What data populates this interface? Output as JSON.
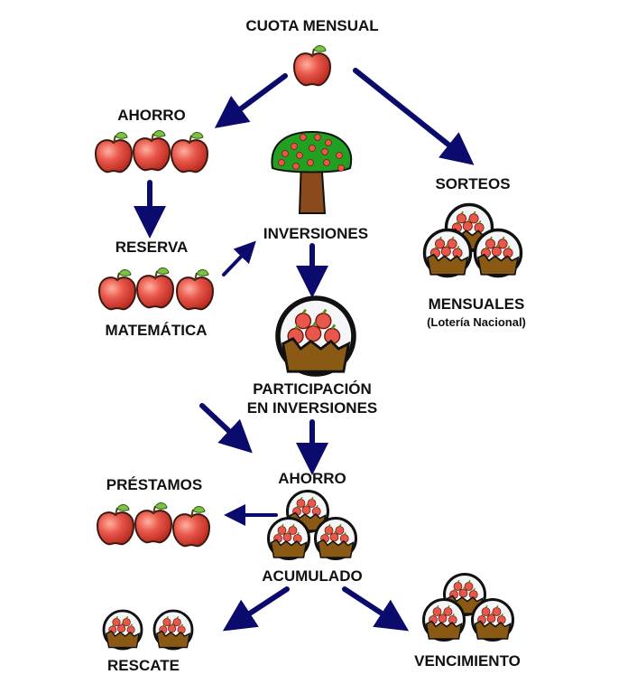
{
  "diagram": {
    "nodes": {
      "cuota": {
        "label": "CUOTA MENSUAL",
        "icon": "apple-icon",
        "count": 1
      },
      "ahorro": {
        "label": "AHORRO",
        "icon": "apple-icon",
        "count": 3
      },
      "reserva": {
        "label_top": "RESERVA",
        "label_bottom": "MATEMÁTICA",
        "icon": "apple-icon",
        "count": 3
      },
      "inversiones": {
        "label": "INVERSIONES",
        "icon": "apple-tree-icon"
      },
      "participacion": {
        "label_line1": "PARTICIPACIÓN",
        "label_line2": "EN INVERSIONES",
        "icon": "apple-basket-icon",
        "count": 1
      },
      "sorteos": {
        "label_top": "SORTEOS",
        "label_bottom": "MENSUALES",
        "label_sub": "(Lotería Nacional)",
        "icon": "apple-basket-icon",
        "count": 3
      },
      "ahorro_acumulado": {
        "label_top": "AHORRO",
        "label_bottom": "ACUMULADO",
        "icon": "apple-basket-icon",
        "count": 3
      },
      "prestamos": {
        "label": "PRÉSTAMOS",
        "icon": "apple-icon",
        "count": 3
      },
      "rescate": {
        "label": "RESCATE",
        "icon": "apple-basket-icon",
        "count": 2
      },
      "vencimiento": {
        "label": "VENCIMIENTO",
        "icon": "apple-basket-icon",
        "count": 3
      }
    },
    "edges": [
      {
        "from": "cuota",
        "to": "ahorro"
      },
      {
        "from": "cuota",
        "to": "sorteos"
      },
      {
        "from": "ahorro",
        "to": "reserva"
      },
      {
        "from": "reserva",
        "to": "inversiones"
      },
      {
        "from": "inversiones",
        "to": "participacion"
      },
      {
        "from": "reserva",
        "to": "ahorro_acumulado"
      },
      {
        "from": "participacion",
        "to": "ahorro_acumulado"
      },
      {
        "from": "ahorro_acumulado",
        "to": "prestamos"
      },
      {
        "from": "ahorro_acumulado",
        "to": "rescate"
      },
      {
        "from": "ahorro_acumulado",
        "to": "vencimiento"
      }
    ],
    "colors": {
      "arrow": "#0b0b6e",
      "apple": "#e0453a",
      "leaf": "#6fbf3a",
      "basket": "#8a5a14",
      "tree_canopy": "#22a022",
      "trunk": "#8a4a1c"
    }
  }
}
